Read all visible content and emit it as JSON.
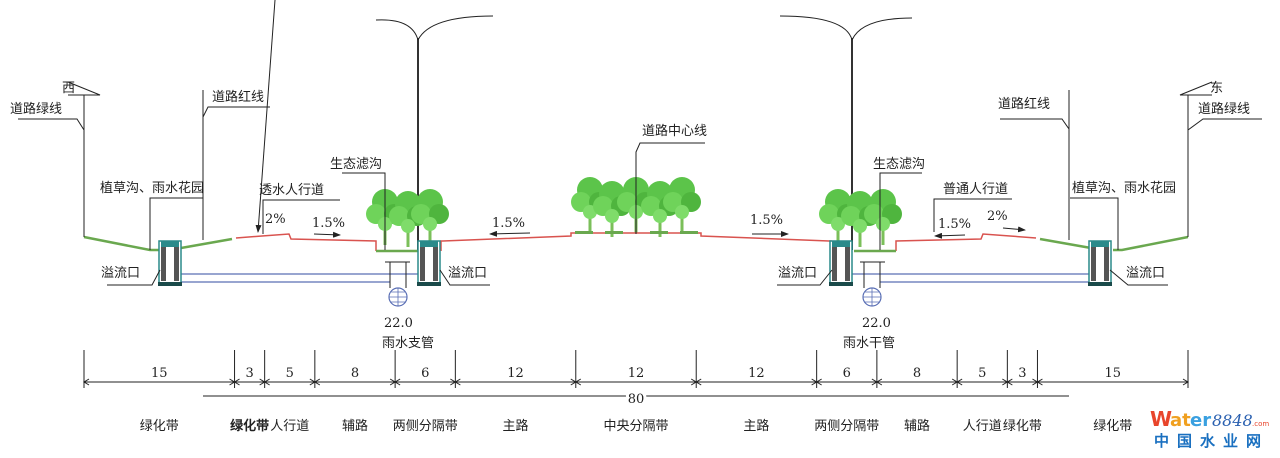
{
  "labels": {
    "west": "西",
    "east": "东",
    "green_line_w": "道路绿线",
    "green_line_e": "道路绿线",
    "red_line_w": "道路红线",
    "red_line_e": "道路红线",
    "swale_w": "植草沟、雨水花园",
    "swale_e": "植草沟、雨水花园",
    "permeable_walk": "透水人行道",
    "normal_walk": "普通人行道",
    "bio_w": "生态滤沟",
    "bio_e": "生态滤沟",
    "center_line": "道路中心线",
    "overflow_1": "溢流口",
    "overflow_2": "溢流口",
    "overflow_3": "溢流口",
    "overflow_4": "溢流口",
    "slope_w_walk": "2%",
    "slope_w_aux": "1.5%",
    "slope_w_main": "1.5%",
    "slope_e_main": "1.5%",
    "slope_e_aux": "1.5%",
    "slope_e_walk": "2%",
    "pipe_w_size": "22.0",
    "pipe_w_name": "雨水支管",
    "pipe_e_size": "22.0",
    "pipe_e_name": "雨水干管"
  },
  "dimensions": {
    "segments": [
      {
        "width": 15,
        "label": "绿化带"
      },
      {
        "width": 3,
        "label": "绿化带"
      },
      {
        "width": 5,
        "label": "人行道"
      },
      {
        "width": 8,
        "label": "辅路"
      },
      {
        "width": 6,
        "label": "两侧分隔带"
      },
      {
        "width": 12,
        "label": "主路"
      },
      {
        "width": 12,
        "label": "中央分隔带"
      },
      {
        "width": 12,
        "label": "主路"
      },
      {
        "width": 6,
        "label": "两侧分隔带"
      },
      {
        "width": 8,
        "label": "辅路"
      },
      {
        "width": 5,
        "label": "人行道"
      },
      {
        "width": 3,
        "label": "绿化带"
      },
      {
        "width": 15,
        "label": "绿化带"
      }
    ],
    "total": "80"
  },
  "watermark": {
    "brand": "water8848",
    "suffix": ".com",
    "cn": "中国水业网"
  },
  "colors": {
    "road": "#d9534f",
    "green": "#6aa84f",
    "tree": "#5cc44a",
    "pipe": "#5a6fb5",
    "inlet": "#2a8a8a"
  }
}
